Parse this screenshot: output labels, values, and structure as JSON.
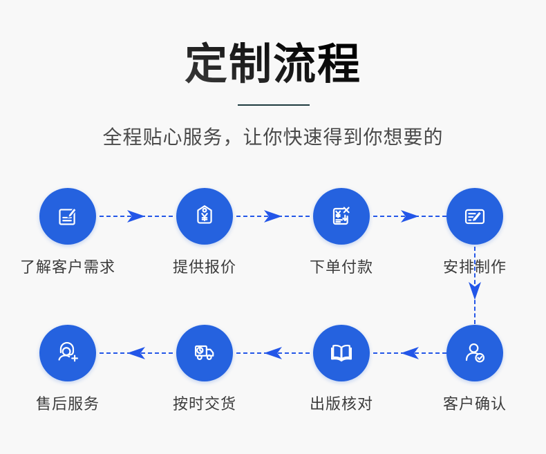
{
  "header": {
    "title": "定制流程",
    "subtitle": "全程贴心服务，让你快速得到你想要的"
  },
  "steps": [
    {
      "label": "了解客户需求",
      "icon": "edit-note-icon",
      "row": "top",
      "order": 1
    },
    {
      "label": "提供报价",
      "icon": "price-tag-icon",
      "row": "top",
      "order": 2
    },
    {
      "label": "下单付款",
      "icon": "order-payment-icon",
      "row": "top",
      "order": 3
    },
    {
      "label": "安排制作",
      "icon": "production-edit-icon",
      "row": "top",
      "order": 4
    },
    {
      "label": "客户确认",
      "icon": "customer-confirm-icon",
      "row": "bottom",
      "order": 5
    },
    {
      "label": "出版核对",
      "icon": "open-book-icon",
      "row": "bottom",
      "order": 6
    },
    {
      "label": "按时交货",
      "icon": "delivery-truck-icon",
      "row": "bottom",
      "order": 7
    },
    {
      "label": "售后服务",
      "icon": "after-sales-icon",
      "row": "bottom",
      "order": 8
    }
  ],
  "flow": {
    "top_row_direction": "left-to-right",
    "bottom_row_direction": "right-to-left"
  },
  "colors": {
    "background": "#f8f8f8",
    "circle_blue": "#2562df",
    "arrow_blue": "#2356e8",
    "title_dark": "#161616",
    "subtitle_gray": "#4a4a4a",
    "label_gray": "#3b3b3b",
    "divider_teal": "#1e3a3e"
  }
}
